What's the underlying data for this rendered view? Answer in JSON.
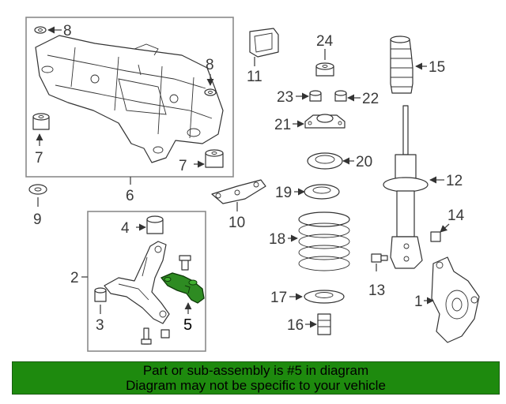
{
  "callouts": {
    "n1": "1",
    "n2": "2",
    "n3": "3",
    "n4": "4",
    "n5": "5",
    "n6": "6",
    "n7a": "7",
    "n7b": "7",
    "n8a": "8",
    "n8b": "8",
    "n9": "9",
    "n10": "10",
    "n11": "11",
    "n12": "12",
    "n13": "13",
    "n14": "14",
    "n15": "15",
    "n16": "16",
    "n17": "17",
    "n18": "18",
    "n19": "19",
    "n20": "20",
    "n21": "21",
    "n22": "22",
    "n23": "23",
    "n24": "24"
  },
  "banner": {
    "line1": "Part or sub-assembly is #5 in diagram",
    "line2": "Diagram may not be specific to your vehicle",
    "background": "#1e8a0e"
  },
  "colors": {
    "highlight_part": "#2e8b22"
  }
}
